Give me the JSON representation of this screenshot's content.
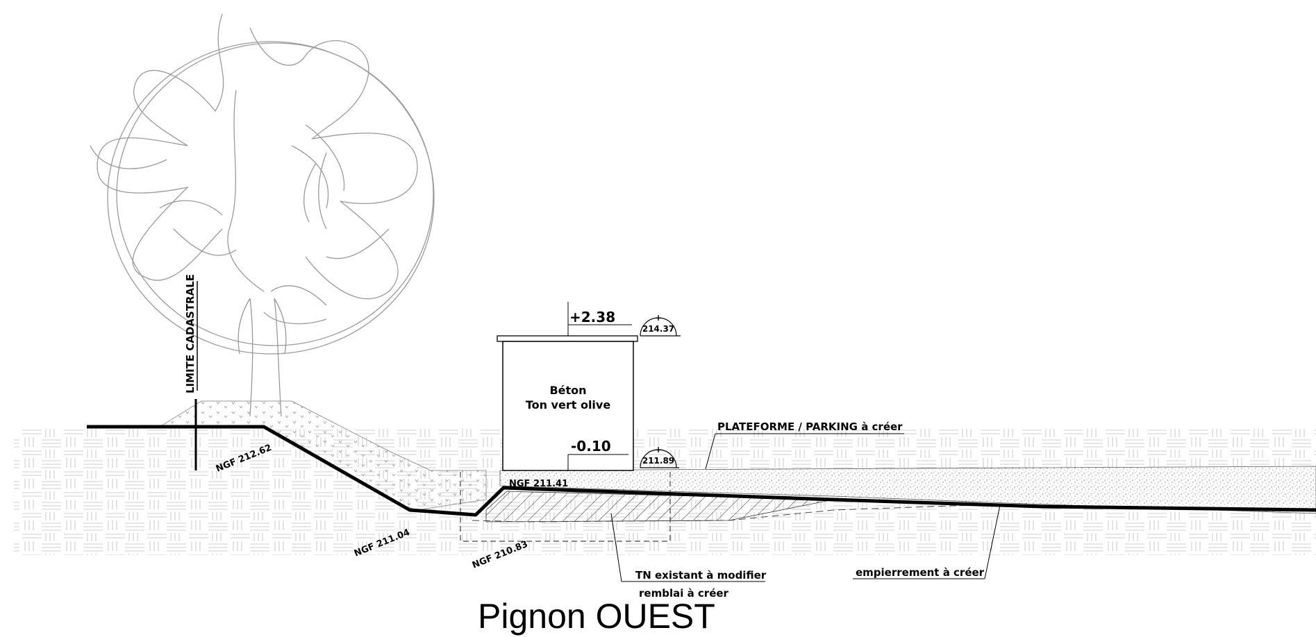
{
  "title": "Pignon OUEST",
  "labels": {
    "limite_cadastrale": "LIMITE CADASTRALE",
    "material_line1": "Béton",
    "material_line2": "Ton vert olive",
    "height_top": "+2.38",
    "height_bottom": "-0.10",
    "level_marker_top": "214.37",
    "level_marker_bottom": "211.89",
    "plateforme": "PLATEFORME / PARKING à créer",
    "ngf_1": "NGF 212.62",
    "ngf_2": "NGF 211.04",
    "ngf_3": "NGF 210.83",
    "ngf_4": "NGF 211.41",
    "tn_line1": "TN existant à modifier",
    "tn_line2": "remblai à créer",
    "empierrement": "empierrement à créer",
    "marker_plus": "+"
  }
}
